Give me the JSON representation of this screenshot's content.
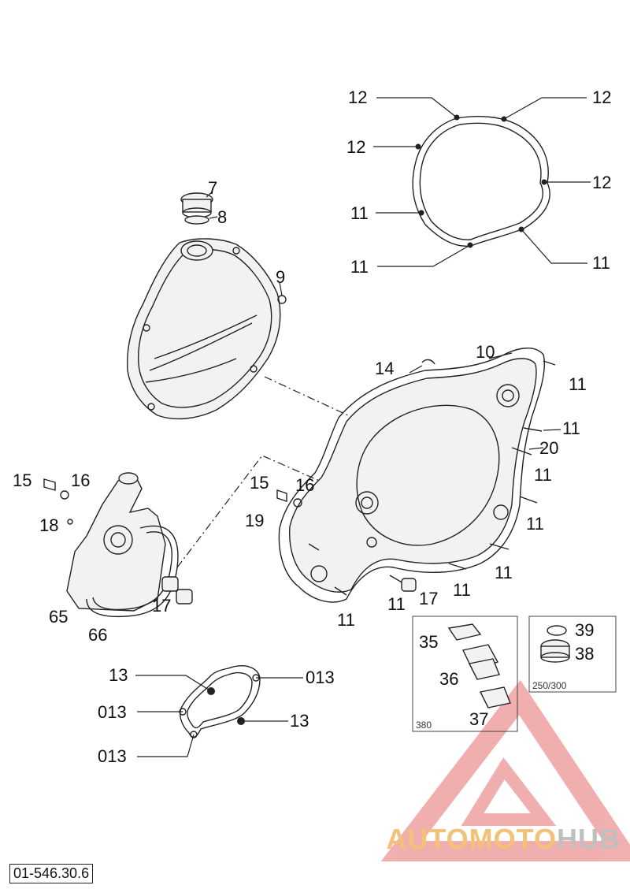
{
  "callouts": {
    "c_12_a": "12",
    "c_12_b": "12",
    "c_12_c": "12",
    "c_12_d": "12",
    "c_11_a": "11",
    "c_11_b": "11",
    "c_11_c": "11",
    "c_7": "7",
    "c_8": "8",
    "c_9": "9",
    "c_10": "10",
    "c_14": "14",
    "c_11_d": "11",
    "c_11_e": "11",
    "c_20": "20",
    "c_11_f": "11",
    "c_11_g": "11",
    "c_11_h": "11",
    "c_11_i": "11",
    "c_11_j": "11",
    "c_11_k": "11",
    "c_15_a": "15",
    "c_16_a": "16",
    "c_18": "18",
    "c_65": "65",
    "c_66": "66",
    "c_17_a": "17",
    "c_15_b": "15",
    "c_16_b": "16",
    "c_19": "19",
    "c_17_b": "17",
    "c_35": "35",
    "c_36": "36",
    "c_37": "37",
    "c_39": "39",
    "c_38": "38",
    "c_13_a": "13",
    "c_013_a": "013",
    "c_013_b": "013",
    "c_13_b": "13",
    "c_013_c": "013"
  },
  "variant_labels": {
    "box_380": "380",
    "box_250_300": "250/300"
  },
  "document_number": "01-546.30.6",
  "watermark": {
    "part_a": "AUTOMOTO",
    "part_b": "HUB",
    "color_a": "#f3c27a",
    "color_b": "#bfbfbf",
    "logo_color": "#e76d6d"
  }
}
